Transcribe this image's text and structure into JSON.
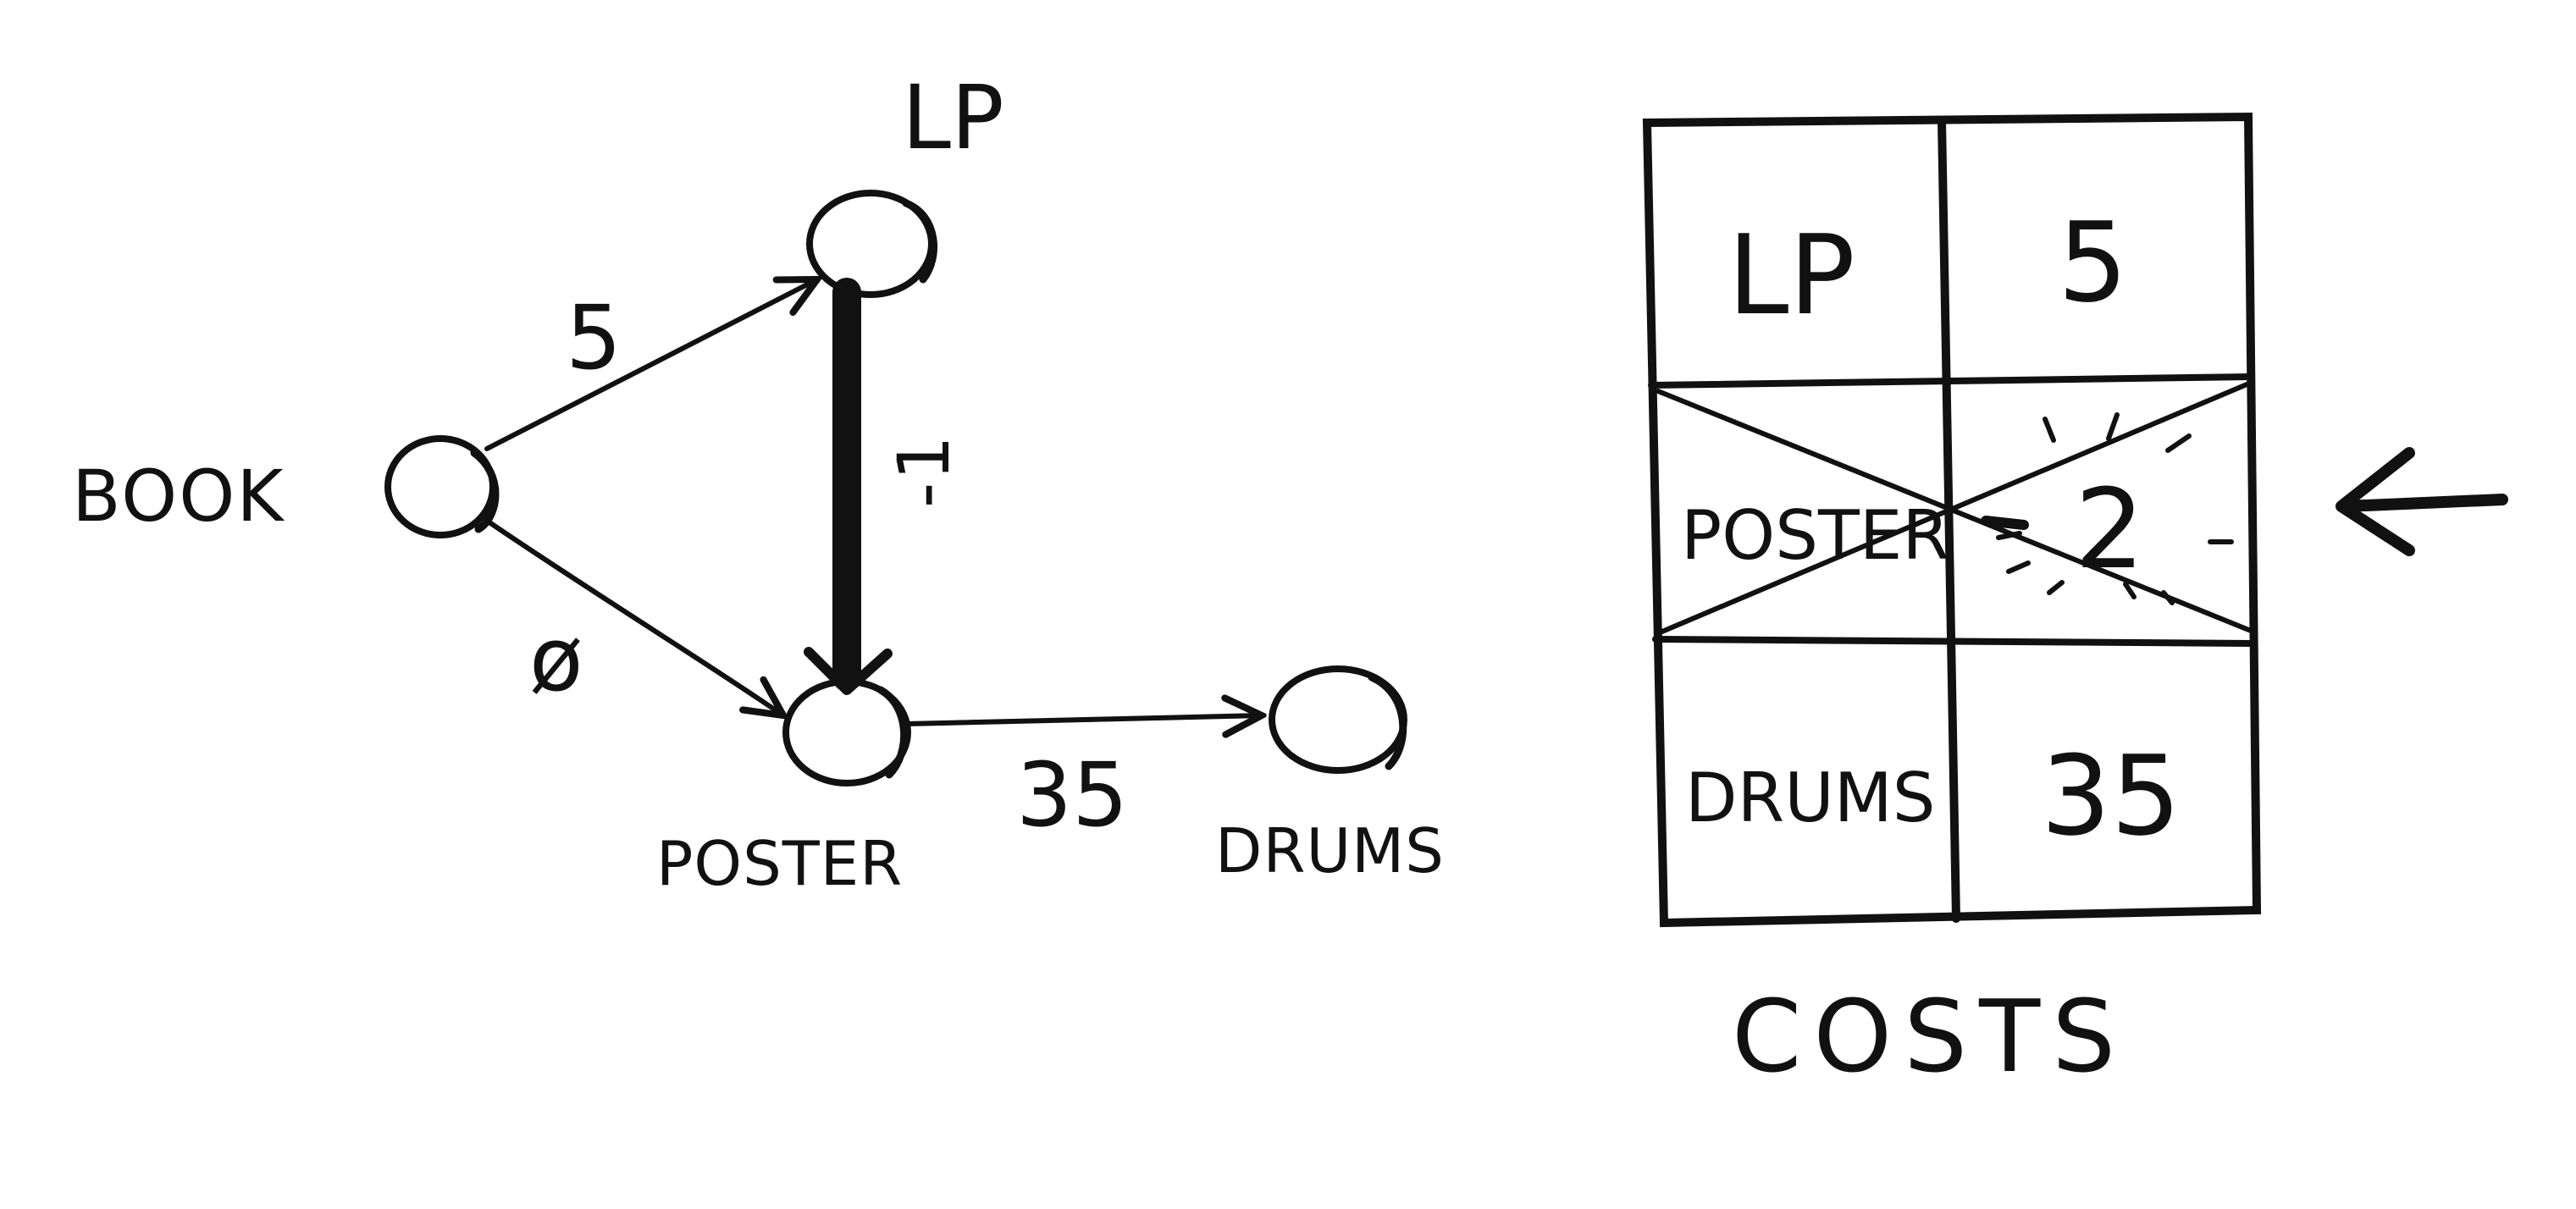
{
  "graph": {
    "nodes": {
      "book": "BOOK",
      "lp": "LP",
      "poster": "POSTER",
      "drums": "DRUMS"
    },
    "edges": {
      "book_lp": "5",
      "book_poster": "ø",
      "lp_poster": "-1",
      "poster_drums": "35"
    }
  },
  "costs_table": {
    "title": "COSTS",
    "rows": [
      {
        "node": "LP",
        "cost": "5",
        "crossed_out": false
      },
      {
        "node": "POSTER",
        "cost": "2",
        "crossed_out": true
      },
      {
        "node": "DRUMS",
        "cost": "35",
        "crossed_out": false
      }
    ]
  },
  "colors": {
    "ink": "#111111",
    "paper": "#ffffff"
  },
  "icons": {
    "pointer": "arrow-left-icon"
  }
}
